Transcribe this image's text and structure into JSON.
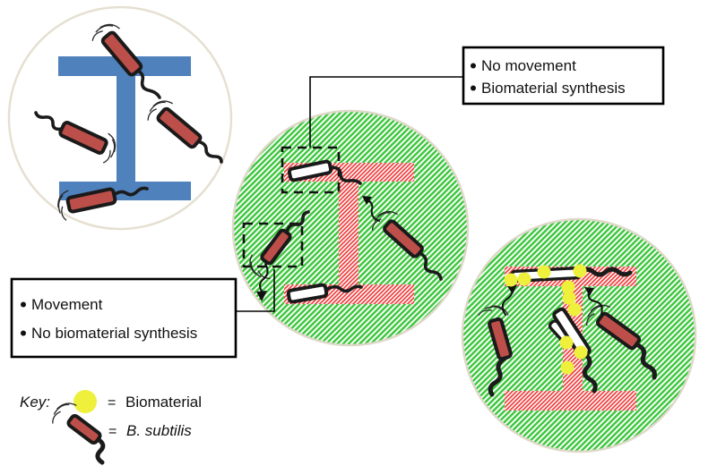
{
  "figure": {
    "callout_no_movement": {
      "line1": "No movement",
      "line2": "Biomaterial synthesis"
    },
    "callout_movement": {
      "line1": "Movement",
      "line2": "No biomaterial synthesis"
    },
    "key": {
      "title": "Key:",
      "eq1": "=",
      "biomaterial_label": "Biomaterial",
      "eq2": "=",
      "bacteria_label": "B. subtilis"
    },
    "colors": {
      "beam_blue": "#4f81bd",
      "hatch_green": "#3fc73f",
      "hatch_red": "#ef3b3b",
      "bacteria_red": "#bd4f4a",
      "bacteria_white": "#ffffff",
      "biomaterial_yellow": "#eef03c",
      "outline": "#1a1a1a",
      "circle_ring": "#e4ded0"
    }
  }
}
